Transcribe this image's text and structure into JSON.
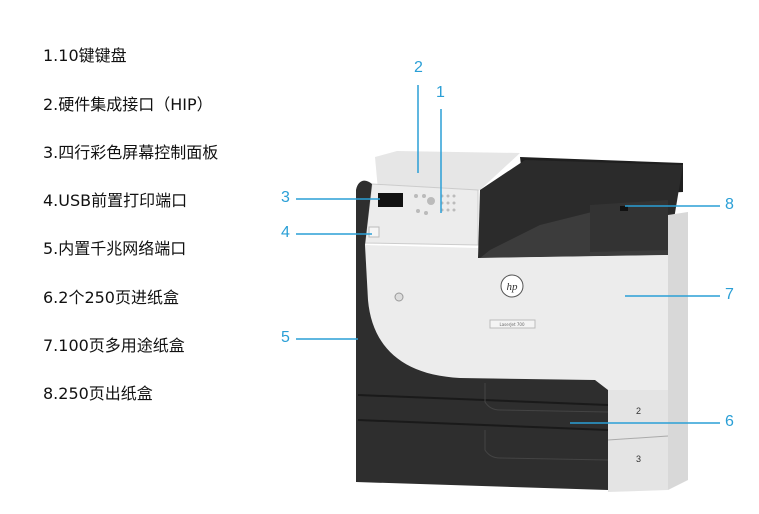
{
  "features": [
    "1.10键键盘",
    "2.硬件集成接口（HIP）",
    "3.四行彩色屏幕控制面板",
    "4.USB前置打印端口",
    "5.内置千兆网络端口",
    "6.2个250页进纸盒",
    "7.100页多用途纸盒",
    "8.250页出纸盒"
  ],
  "callouts": [
    "1",
    "2",
    "3",
    "4",
    "5",
    "6",
    "7",
    "8"
  ],
  "printer": {
    "logo": "hp",
    "model_badge": "LaserJet 700",
    "tray_labels": [
      "2",
      "3"
    ]
  },
  "colors": {
    "callout": "#2a9fd6",
    "text": "#111111"
  }
}
